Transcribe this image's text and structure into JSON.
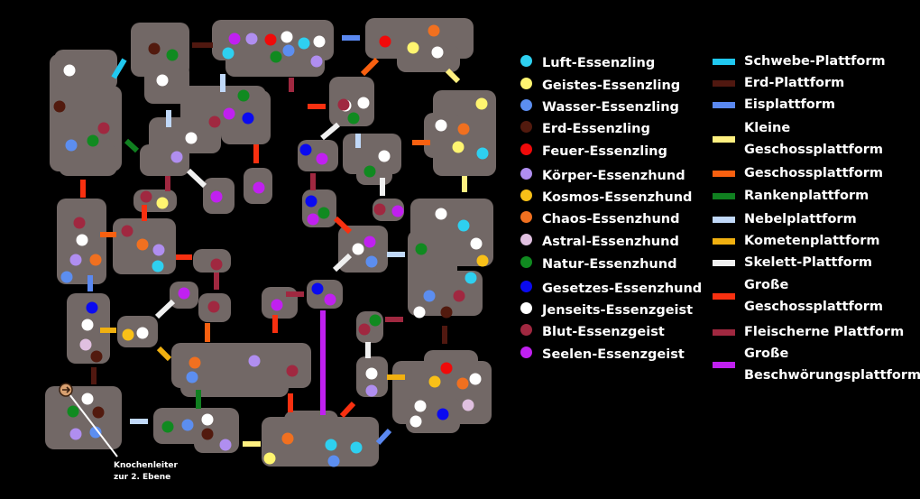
{
  "creatures": [
    {
      "label": "Luft-Essenzling",
      "color": "#2ed0f0"
    },
    {
      "label": "Geistes-Essenzling",
      "color": "#fff570"
    },
    {
      "label": "Wasser-Essenzling",
      "color": "#5c8ef0"
    },
    {
      "label": "Erd-Essenzling",
      "color": "#521a0e"
    },
    {
      "label": "Feuer-Essenzling",
      "color": "#f00a0a"
    },
    {
      "label": "Körper-Essenzhund",
      "color": "#b08ef0"
    },
    {
      "label": "Kosmos-Essenzhund",
      "color": "#f8c018"
    },
    {
      "label": "Chaos-Essenzhund",
      "color": "#f07020"
    },
    {
      "label": "Astral-Essenzhund",
      "color": "#e0c0e0"
    },
    {
      "label": "Natur-Essenzhund",
      "color": "#108a20"
    },
    {
      "label": "Gesetzes-Essenzhund",
      "color": "#0a0af0"
    },
    {
      "label": "Jenseits-Essenzgeist",
      "color": "#ffffff"
    },
    {
      "label": "Blut-Essenzgeist",
      "color": "#a02840"
    },
    {
      "label": "Seelen-Essenzgeist",
      "color": "#c020f0"
    }
  ],
  "platforms": [
    {
      "label": "Schwebe-Plattform",
      "color": "#20c8f0"
    },
    {
      "label": "Erd-Plattform",
      "color": "#501810"
    },
    {
      "label": "Eisplattform",
      "color": "#5a88f0"
    },
    {
      "label": "Kleine Geschossplattform",
      "color": "#fff080"
    },
    {
      "label": "Geschossplattform",
      "color": "#f86010"
    },
    {
      "label": "Rankenplattform",
      "color": "#108020"
    },
    {
      "label": "Nebelplattform",
      "color": "#c0d8f8"
    },
    {
      "label": "Kometenplattform",
      "color": "#f0b010"
    },
    {
      "label": "Skelett-Plattform",
      "color": "#f0f0f0"
    },
    {
      "label": "Große Geschossplattform",
      "color": "#f83010"
    },
    {
      "label": "Fleischerne Plattform",
      "color": "#a02840"
    },
    {
      "label": "Große Beschwörungsplattform",
      "color": "#c020f0"
    }
  ],
  "map": {
    "island_color": "#726866",
    "ladder_caption_line1": "Knochenleiter",
    "ladder_caption_line2": "zur 2. Ebene"
  }
}
